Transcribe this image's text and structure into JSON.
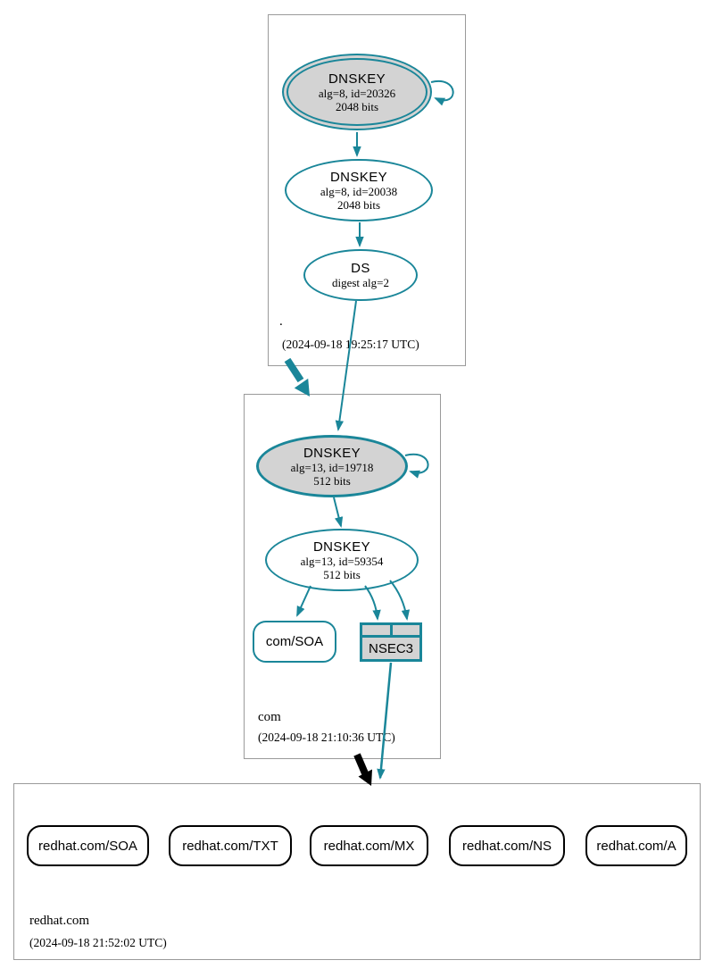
{
  "diagram": {
    "root_zone": {
      "name": ".",
      "timestamp": "(2024-09-18 19:25:17 UTC)",
      "ksk": {
        "type": "DNSKEY",
        "detail1": "alg=8, id=20326",
        "detail2": "2048 bits"
      },
      "zsk": {
        "type": "DNSKEY",
        "detail1": "alg=8, id=20038",
        "detail2": "2048 bits"
      },
      "ds": {
        "type": "DS",
        "detail1": "digest alg=2"
      }
    },
    "com_zone": {
      "name": "com",
      "timestamp": "(2024-09-18 21:10:36 UTC)",
      "ksk": {
        "type": "DNSKEY",
        "detail1": "alg=13, id=19718",
        "detail2": "512 bits"
      },
      "zsk": {
        "type": "DNSKEY",
        "detail1": "alg=13, id=59354",
        "detail2": "512 bits"
      },
      "soa": {
        "label": "com/SOA"
      },
      "nsec3": {
        "label": "NSEC3"
      }
    },
    "redhat_zone": {
      "name": "redhat.com",
      "timestamp": "(2024-09-18 21:52:02 UTC)",
      "records": [
        {
          "label": "redhat.com/SOA"
        },
        {
          "label": "redhat.com/TXT"
        },
        {
          "label": "redhat.com/MX"
        },
        {
          "label": "redhat.com/NS"
        },
        {
          "label": "redhat.com/A"
        }
      ]
    },
    "colors": {
      "edge_teal": "#1a8699",
      "node_fill_gray": "#d3d3d3",
      "zone_box_border": "#9a9a9a",
      "record_border_black": "#000000"
    }
  }
}
